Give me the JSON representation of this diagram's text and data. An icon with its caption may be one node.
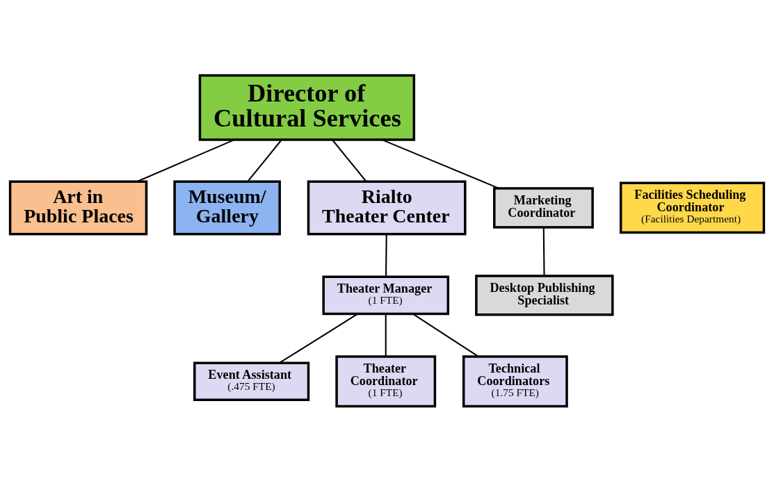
{
  "diagram": {
    "nodes": [
      {
        "text": [
          "Director of Cultural Services"
        ]
      },
      {
        "text": [
          "Art in Public Places"
        ]
      },
      {
        "text": [
          "Museum/ Gallery"
        ]
      },
      {
        "text": [
          "Rialto Theater Center"
        ]
      },
      {
        "text": [
          "Facilities Scheduling Coordinator",
          "(Facilities Department)"
        ]
      },
      {
        "text": [
          "Marketing Coordinator"
        ]
      },
      {
        "text": [
          "Theater Manager",
          "(1 FTE)"
        ]
      },
      {
        "text": [
          "Desktop Publishing Specialist"
        ]
      },
      {
        "text": [
          "Event Assistant",
          "(.475 FTE)"
        ]
      },
      {
        "text": [
          "Theater Coordinator",
          "(1 FTE)"
        ]
      },
      {
        "text": [
          "Technical Coordinators",
          "(1.75 FTE)"
        ]
      }
    ],
    "edges": [
      {
        "from": 0,
        "to": 1,
        "arrow": "none"
      },
      {
        "from": 0,
        "to": 2,
        "arrow": "none"
      },
      {
        "from": 0,
        "to": 5,
        "arrow": "none"
      },
      {
        "from": 0,
        "to": 3,
        "arrow": "none"
      },
      {
        "from": 3,
        "to": 6,
        "arrow": "none"
      },
      {
        "from": 5,
        "to": 7,
        "arrow": "none"
      },
      {
        "from": 6,
        "to": 9,
        "arrow": "none"
      },
      {
        "from": 6,
        "to": 8,
        "arrow": "none"
      },
      {
        "from": 6,
        "to": 10,
        "arrow": "none"
      }
    ]
  }
}
